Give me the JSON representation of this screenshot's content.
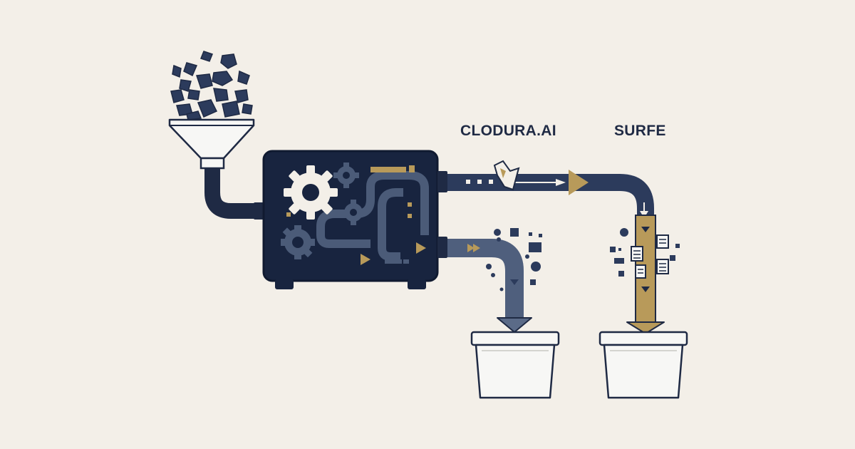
{
  "labels": {
    "left": "CLODURA.AI",
    "right": "SURFE"
  },
  "colors": {
    "background": "#f3efe8",
    "navy": "#1f2a44",
    "machine": "#18243f",
    "slate": "#4b5b78",
    "gold": "#b89a5a",
    "bucket": "#f7f7f5",
    "gear_light": "#f3efe8"
  },
  "icons": [
    "raw-data-shapes",
    "funnel-icon",
    "gear-icon",
    "arrow-icon",
    "bucket-icon",
    "document-icon"
  ]
}
